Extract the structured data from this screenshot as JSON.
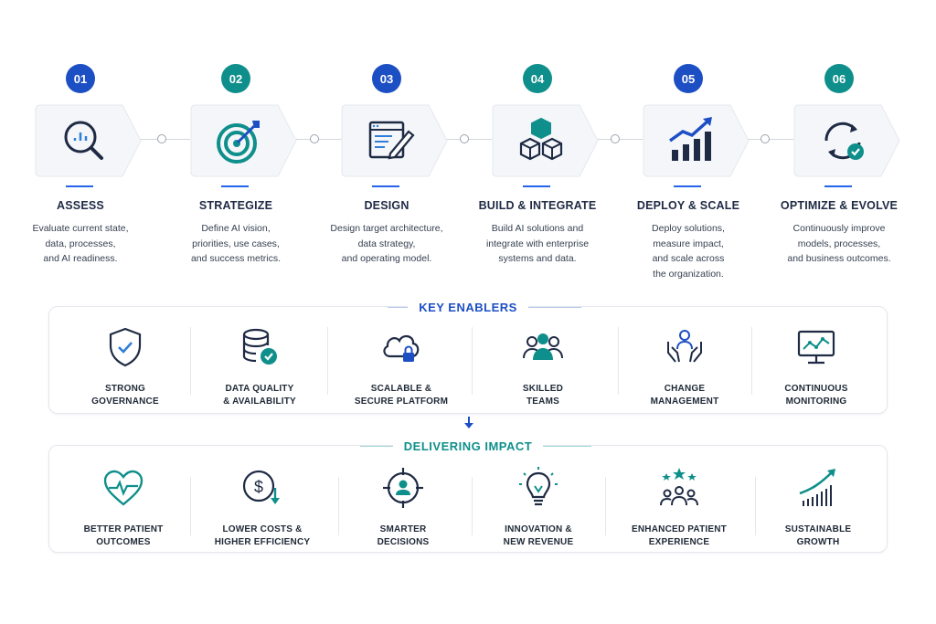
{
  "steps": [
    {
      "num": "01",
      "title": "ASSESS",
      "desc": "Evaluate current state,\ndata, processes,\nand AI readiness.",
      "badge": "blue",
      "icon": "magnifier-chart-icon"
    },
    {
      "num": "02",
      "title": "STRATEGIZE",
      "desc": "Define AI vision,\npriorities, use cases,\nand success metrics.",
      "badge": "teal",
      "icon": "target-arrow-icon"
    },
    {
      "num": "03",
      "title": "DESIGN",
      "desc": "Design target architecture,\ndata strategy,\nand operating model.",
      "badge": "blue",
      "icon": "blueprint-pencil-icon"
    },
    {
      "num": "04",
      "title": "BUILD & INTEGRATE",
      "desc": "Build AI solutions and\nintegrate with enterprise\nsystems and data.",
      "badge": "teal",
      "icon": "stacked-cubes-icon"
    },
    {
      "num": "05",
      "title": "DEPLOY & SCALE",
      "desc": "Deploy solutions,\nmeasure impact,\nand scale across\nthe organization.",
      "badge": "blue",
      "icon": "growth-bars-icon"
    },
    {
      "num": "06",
      "title": "OPTIMIZE & EVOLVE",
      "desc": "Continuously improve\nmodels, processes,\nand business outcomes.",
      "badge": "teal",
      "icon": "refresh-check-icon"
    }
  ],
  "enablers": {
    "title": "KEY ENABLERS",
    "items": [
      {
        "label": "STRONG\nGOVERNANCE",
        "icon": "shield-check-icon"
      },
      {
        "label": "DATA QUALITY\n& AVAILABILITY",
        "icon": "database-check-icon"
      },
      {
        "label": "SCALABLE &\nSECURE PLATFORM",
        "icon": "cloud-lock-icon"
      },
      {
        "label": "SKILLED\nTEAMS",
        "icon": "team-icon"
      },
      {
        "label": "CHANGE\nMANAGEMENT",
        "icon": "hands-person-icon"
      },
      {
        "label": "CONTINUOUS\nMONITORING",
        "icon": "monitor-chart-icon"
      }
    ]
  },
  "impact": {
    "title": "DELIVERING IMPACT",
    "items": [
      {
        "label": "BETTER PATIENT\nOUTCOMES",
        "icon": "heart-pulse-icon"
      },
      {
        "label": "LOWER COSTS &\nHIGHER EFFICIENCY",
        "icon": "dollar-down-icon"
      },
      {
        "label": "SMARTER\nDECISIONS",
        "icon": "crosshair-person-icon"
      },
      {
        "label": "INNOVATION &\nNEW REVENUE",
        "icon": "lightbulb-icon"
      },
      {
        "label": "ENHANCED PATIENT\nEXPERIENCE",
        "icon": "stars-people-icon"
      },
      {
        "label": "SUSTAINABLE\nGROWTH",
        "icon": "growth-arrow-icon"
      }
    ]
  },
  "colors": {
    "blue": "#1d4fc4",
    "teal": "#0f8f8b",
    "navy": "#1f2a44",
    "accent_blue": "#2f7fd8"
  }
}
